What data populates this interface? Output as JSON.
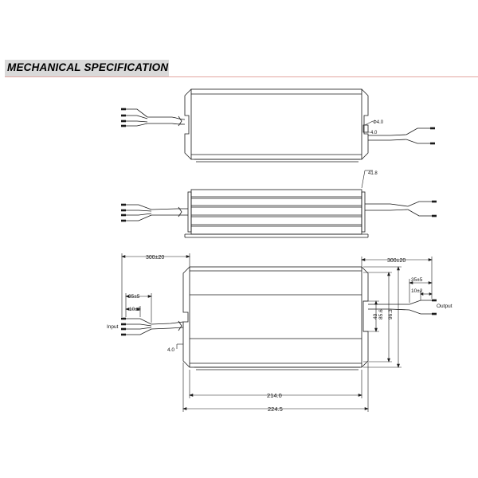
{
  "header": {
    "title": "MECHANICAL SPECIFICATION"
  },
  "colors": {
    "header_band": "#d9d9d9",
    "header_rule": "#e3a6a0",
    "line": "#1a1a1a"
  },
  "top_view": {
    "hole_label": "Φ4.0",
    "offset_label": "4.0"
  },
  "side_view": {
    "height_label": "41.8"
  },
  "bottom_view": {
    "input_label": "Input",
    "output_label": "Output",
    "cable_left": "300±20",
    "cable_right": "300±20",
    "strip_left": "35±5",
    "strip_right": "35±5",
    "tin_left": "10±2",
    "tin_right": "10±2",
    "hole_offset": "4.0",
    "width_inner": "40",
    "width_mid": "85.6",
    "width_outer": "96.3",
    "length_inner": "214.0",
    "length_outer": "224.5"
  }
}
